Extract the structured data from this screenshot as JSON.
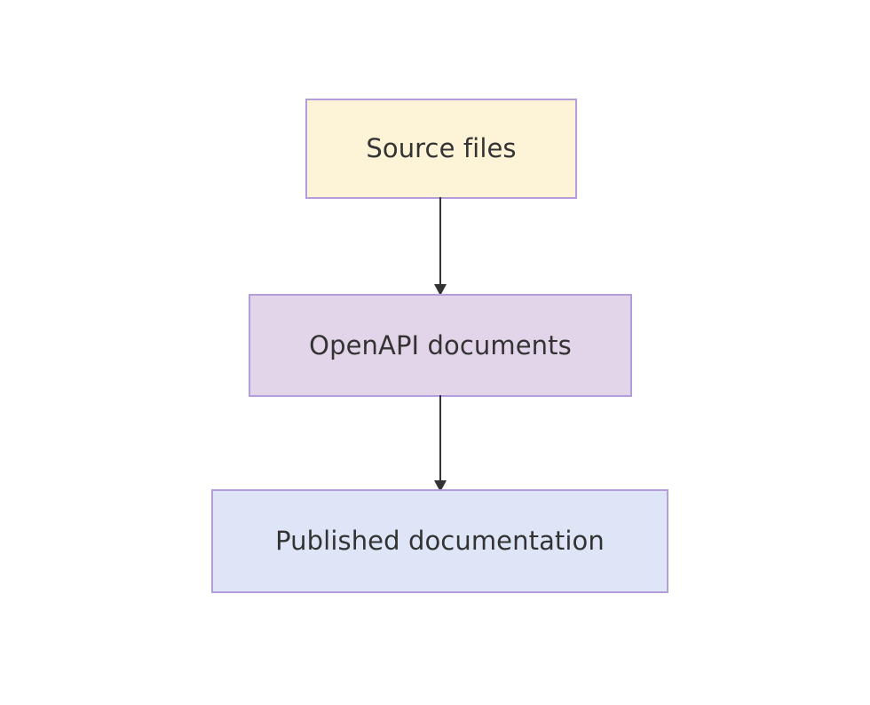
{
  "diagram": {
    "type": "flowchart",
    "direction": "top-to-bottom",
    "background_color": "#ffffff",
    "nodes": [
      {
        "id": "source-files",
        "label": "Source files",
        "shape": "rectangle",
        "fill_color": "#fdf3d7",
        "border_color": "#b39ddb",
        "text_color": "#333333"
      },
      {
        "id": "openapi-documents",
        "label": "OpenAPI documents",
        "shape": "rectangle",
        "fill_color": "#e2d5e9",
        "border_color": "#b39ddb",
        "text_color": "#333333"
      },
      {
        "id": "published-documentation",
        "label": "Published documentation",
        "shape": "rectangle",
        "fill_color": "#dde5f7",
        "border_color": "#b39ddb",
        "text_color": "#333333"
      }
    ],
    "edges": [
      {
        "id": "source-to-openapi",
        "from": "source-files",
        "to": "openapi-documents",
        "label": "",
        "style": "solid",
        "arrowhead": "filled-triangle",
        "color": "#333333"
      },
      {
        "id": "openapi-to-published",
        "from": "openapi-documents",
        "to": "published-documentation",
        "label": "",
        "style": "solid",
        "arrowhead": "filled-triangle",
        "color": "#333333"
      }
    ]
  }
}
